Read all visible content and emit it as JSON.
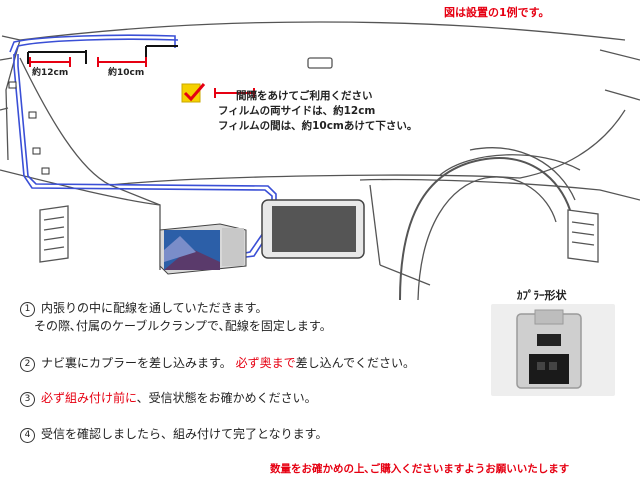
{
  "header": {
    "note": "図は設置の1例です。"
  },
  "diagram": {
    "measure_left": "約12cm",
    "measure_right": "約10cm",
    "legend_heading": "間隔をあけてご利用ください",
    "legend_line1": "フィルムの両サイドは、約12cm",
    "legend_line2": "フィルムの間は、約10cmあけて下さい。",
    "icons": [
      "checkbox-check-icon",
      "film-antenna-icon",
      "navi-unit-icon",
      "tuner-box-icon",
      "coupler-connector-icon"
    ],
    "colors": {
      "cable": "#3a4fd6",
      "marker": "#e60012",
      "checkbox": "#f5d000"
    }
  },
  "steps": [
    {
      "num": "1",
      "line1": "内張りの中に配線を通していただきます。",
      "line2": "その際､付属のケーブルクランプで､配線を固定します。"
    },
    {
      "num": "2",
      "before": "ナビ裏にカプラーを差し込みます。",
      "emph": "必ず奥まで",
      "after": "差し込んでください。"
    },
    {
      "num": "3",
      "emph": "必ず組み付け前に",
      "after": "、受信状態をお確かめください。"
    },
    {
      "num": "4",
      "text": "受信を確認しましたら、組み付けて完了となります。"
    }
  ],
  "coupler": {
    "title": "ｶﾌﾟﾗｰ形状"
  },
  "footer": {
    "note": "数量をお確かめの上､ご購入くださいますようお願いいたします"
  }
}
